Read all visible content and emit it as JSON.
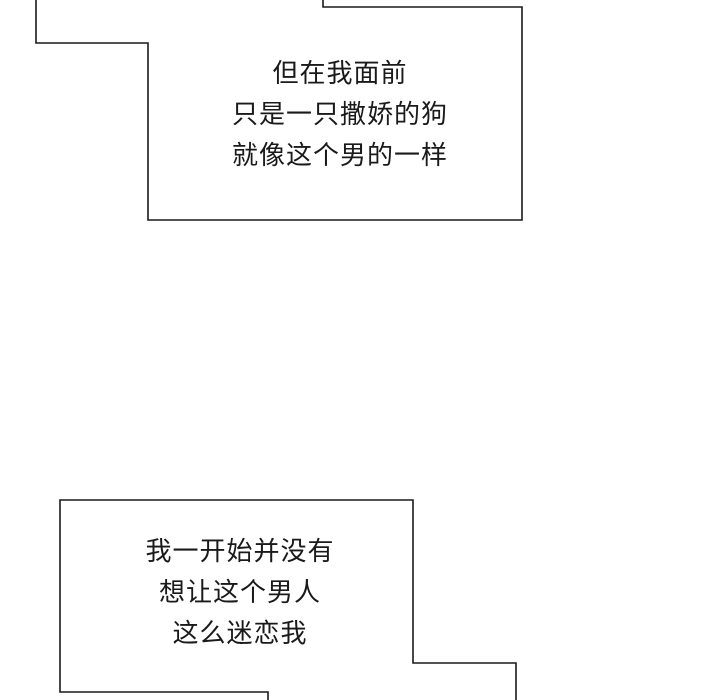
{
  "captions": {
    "top": {
      "lines": [
        "但在我面前",
        "只是一只撒娇的狗",
        "就像这个男的一样"
      ]
    },
    "bottom": {
      "lines": [
        "我一开始并没有",
        "想让这个男人",
        "这么迷恋我"
      ]
    }
  },
  "colors": {
    "background": "#ffffff",
    "border": "#1a1a1a",
    "text": "#1a1a1a"
  }
}
